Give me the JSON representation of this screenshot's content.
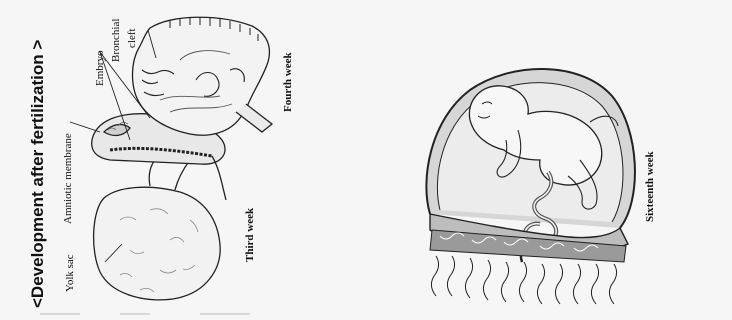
{
  "title": "<Development after fertilization >",
  "labels": {
    "yolk_sac": "Yolk sac",
    "amniotic_membrane": "Amniotic membrane",
    "embryo": "Embryo",
    "bronchial": "Bronchial",
    "cleft": "cleft"
  },
  "captions": {
    "third_week": "Third week",
    "fourth_week": "Fourth week",
    "sixteenth_week": "Sixteenth week"
  },
  "colors": {
    "ink": "#111111",
    "amnion_fill": "#cfcfcf",
    "background": "#f6f6f6"
  }
}
